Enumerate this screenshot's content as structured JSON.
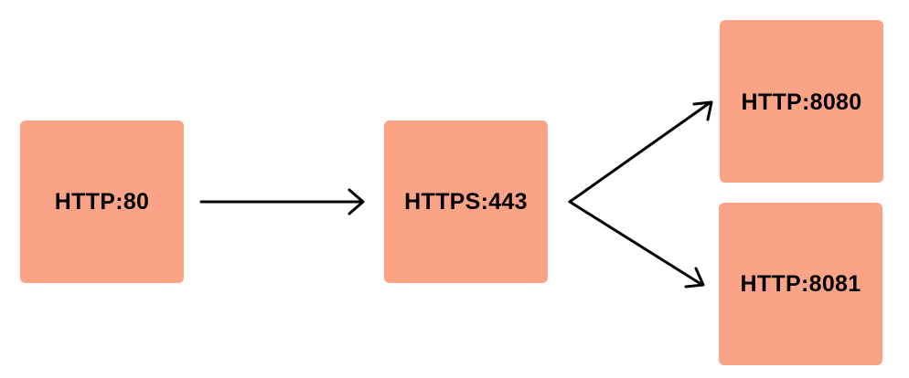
{
  "colors": {
    "node_fill": "#FBA386",
    "arrow": "#000000",
    "text": "#000000",
    "background": "#FFFFFF"
  },
  "nodes": {
    "http80": {
      "label": "HTTP:80"
    },
    "https443": {
      "label": "HTTPS:443"
    },
    "http8080": {
      "label": "HTTP:8080"
    },
    "http8081": {
      "label": "HTTP:8081"
    }
  },
  "edges": [
    {
      "from": "http80",
      "to": "https443"
    },
    {
      "from": "https443",
      "to": "http8080"
    },
    {
      "from": "https443",
      "to": "http8081"
    }
  ]
}
